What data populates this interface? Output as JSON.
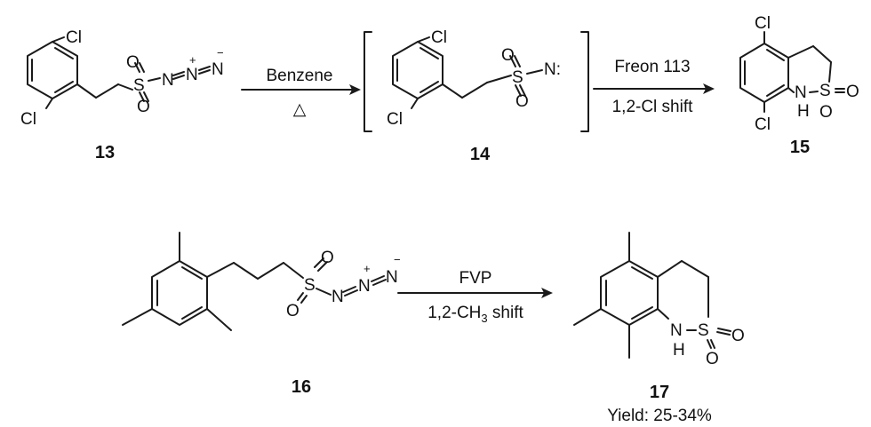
{
  "compounds": {
    "c13": "13",
    "c14": "14",
    "c15": "15",
    "c16": "16",
    "c17": "17"
  },
  "atoms": {
    "cl": "Cl",
    "s": "S",
    "o": "O",
    "n": "N",
    "n_nitrene": "N:",
    "h": "H",
    "plus": "+",
    "minus": "−"
  },
  "reactions": {
    "r1": {
      "top": "Benzene",
      "bottom": "△"
    },
    "r2": {
      "top": "Freon 113",
      "bottom": "1,2-Cl shift"
    },
    "r3": {
      "top": "FVP",
      "bottom_prefix": "1,2-CH",
      "bottom_sub": "3",
      "bottom_suffix": " shift"
    }
  },
  "yield_text": "Yield: 25-34%"
}
